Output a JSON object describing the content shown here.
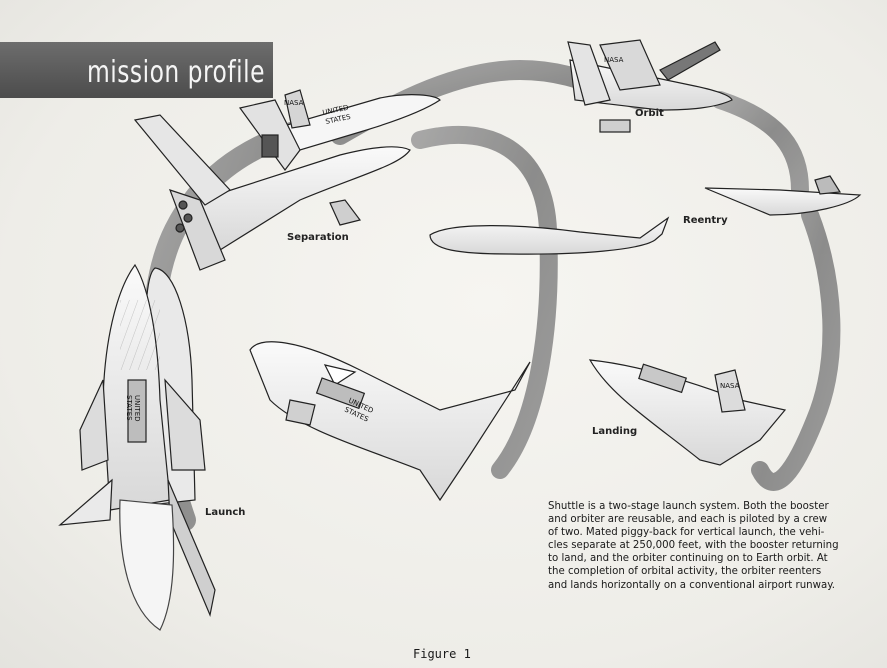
{
  "banner": {
    "title": "mission profile"
  },
  "labels": {
    "orbit": "Orbit",
    "reentry": "Reentry",
    "separation": "Separation",
    "landing": "Landing",
    "launch": "Launch"
  },
  "markings": {
    "nasa": "NASA",
    "united": "UNITED",
    "states": "STATES"
  },
  "caption": {
    "lines": [
      "Shuttle is a two-stage launch system.  Both the booster",
      "and orbiter are reusable, and each is piloted by a crew",
      "of two.  Mated piggy-back for vertical launch, the vehi-",
      "cles separate at 250,000 feet, with the booster returning",
      "to land, and the orbiter continuing on to Earth orbit.  At",
      "the completion of orbital activity, the orbiter reenters",
      "and lands horizontally on a conventional airport runway."
    ]
  },
  "figure_label": "Figure 1"
}
